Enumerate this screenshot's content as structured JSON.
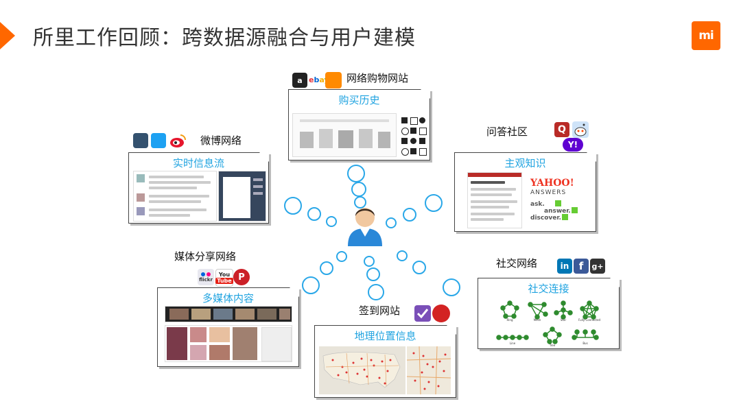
{
  "header": {
    "title": "所里工作回顾：跨数据源融合与用户建模"
  },
  "logo": {
    "text": "mi"
  },
  "center": {
    "icon": "user-icon"
  },
  "sources": {
    "shopping": {
      "label": "网络购物网站",
      "card_title": "购买历史",
      "icons": [
        "amazon-icon",
        "ebay-icon",
        "taobao-icon"
      ]
    },
    "weibo": {
      "label": "微博网络",
      "card_title": "实时信息流",
      "icons": [
        "tumblr-icon",
        "twitter-icon",
        "weibo-icon"
      ]
    },
    "qa": {
      "label": "问答社区",
      "card_title": "主观知识",
      "icons": [
        "quora-icon",
        "reddit-icon",
        "yahoo-icon"
      ],
      "yahoo_answers": {
        "brand": "YAHOO!",
        "product": "ANSWERS",
        "steps": [
          "ask.",
          "answer.",
          "discover."
        ]
      }
    },
    "media": {
      "label": "媒体分享网络",
      "card_title": "多媒体内容",
      "icons": [
        "flickr-icon",
        "youtube-icon",
        "pinterest-icon"
      ],
      "icon_text": {
        "flickr": "flickr",
        "youtube_top": "You",
        "youtube_bottom": "Tube",
        "pinterest": "P"
      }
    },
    "social": {
      "label": "社交网络",
      "card_title": "社交连接",
      "icons": [
        "linkedin-icon",
        "facebook-icon",
        "googleplus-icon"
      ],
      "icon_text": {
        "linkedin": "in",
        "facebook": "f",
        "googleplus": "g+"
      },
      "topologies": [
        "Ring",
        "Mesh",
        "Star",
        "Fully Connected",
        "Line",
        "Tree",
        "Bus"
      ]
    },
    "checkin": {
      "label": "签到网站",
      "card_title": "地理位置信息",
      "icons": [
        "foursquare-icon",
        "yelp-icon"
      ]
    }
  },
  "colors": {
    "accent": "#ff6700",
    "card_title": "#1fa3e0",
    "bubble": "#29a7e8",
    "node": "#2e8b2e"
  }
}
